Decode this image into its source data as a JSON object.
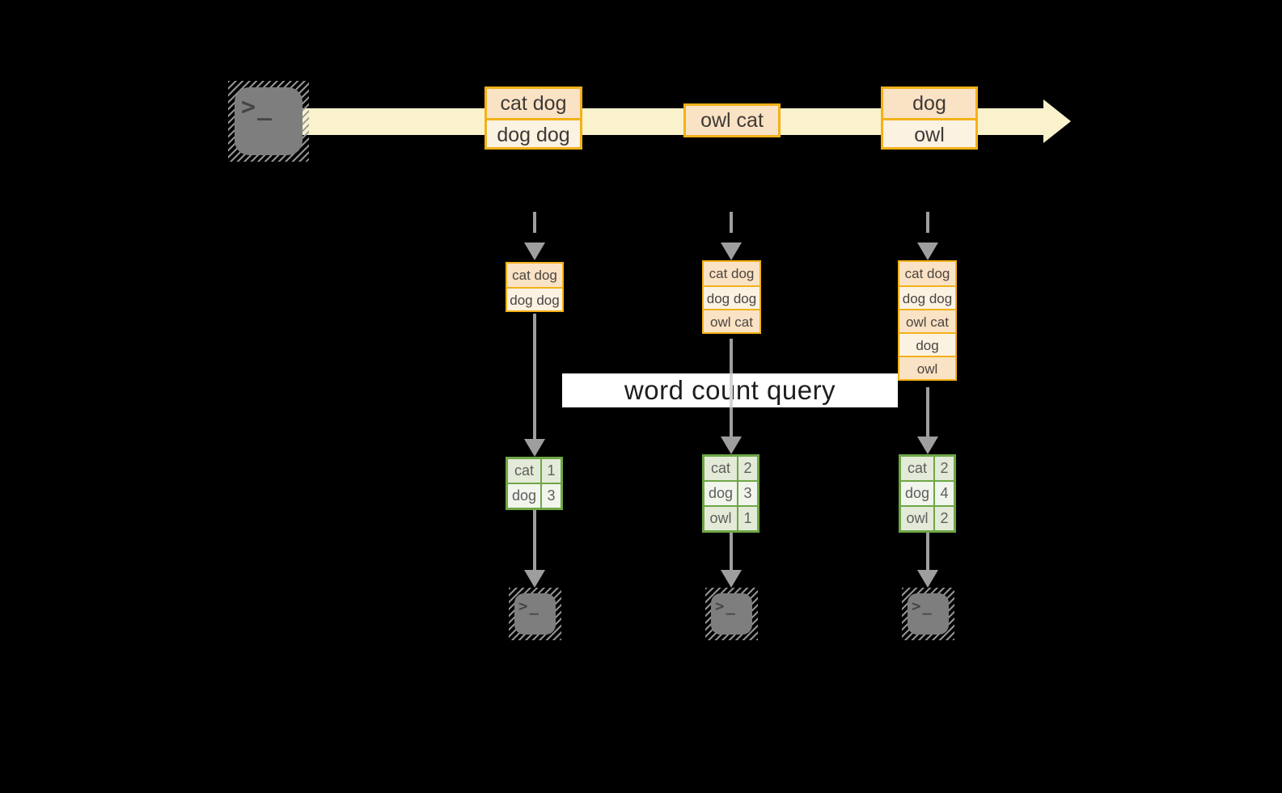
{
  "colors": {
    "background": "#000000",
    "amber": "#F3B119",
    "peach": "#FAE2C4",
    "cream": "#FCF2E2",
    "band": "#FAF2CD",
    "green": "#6FA647",
    "sage": "#E3EBD8",
    "sage_light": "#F1F5EC",
    "arrow_gray": "#9E9E9E",
    "terminal_gray": "#7E7E7E",
    "banner_bg": "#FFFFFF"
  },
  "icons": {
    "source_icon": "terminal-icon",
    "sink_icon": "terminal-icon",
    "terminal_glyph": ">_"
  },
  "stream": {
    "events": [
      {
        "lines": [
          "cat dog",
          "dog dog"
        ]
      },
      {
        "lines": [
          "owl cat"
        ]
      },
      {
        "lines": [
          "dog",
          "owl"
        ]
      }
    ]
  },
  "states": [
    {
      "lines": [
        "cat dog",
        "dog dog"
      ]
    },
    {
      "lines": [
        "cat dog",
        "dog dog",
        "owl cat"
      ]
    },
    {
      "lines": [
        "cat dog",
        "dog dog",
        "owl cat",
        "dog",
        "owl"
      ]
    }
  ],
  "query_banner": {
    "label": "word count query"
  },
  "results": [
    {
      "rows": [
        [
          "cat",
          "1"
        ],
        [
          "dog",
          "3"
        ]
      ]
    },
    {
      "rows": [
        [
          "cat",
          "2"
        ],
        [
          "dog",
          "3"
        ],
        [
          "owl",
          "1"
        ]
      ]
    },
    {
      "rows": [
        [
          "cat",
          "2"
        ],
        [
          "dog",
          "4"
        ],
        [
          "owl",
          "2"
        ]
      ]
    }
  ]
}
